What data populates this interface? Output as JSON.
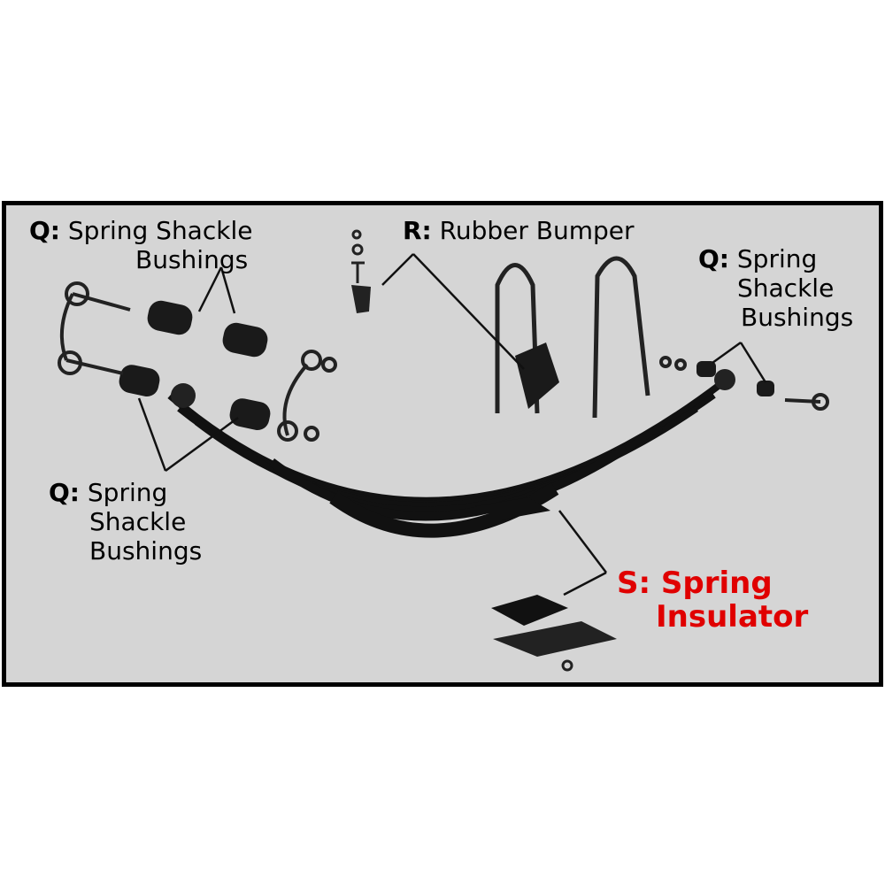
{
  "labels": {
    "q_top_left": {
      "letter": "Q:",
      "line1": "Spring Shackle",
      "line2": "Bushings"
    },
    "r": {
      "letter": "R:",
      "text": "Rubber Bumper"
    },
    "q_right": {
      "letter": "Q:",
      "line1": "Spring",
      "line2": "Shackle",
      "line3": "Bushings"
    },
    "q_bottom_left": {
      "letter": "Q:",
      "line1": "Spring",
      "line2": "Shackle",
      "line3": "Bushings"
    },
    "s": {
      "line1": "S: Spring",
      "line2": "Insulator"
    }
  },
  "colors": {
    "background": "#d5d5d5",
    "border": "#000000",
    "highlight": "#e00000"
  }
}
